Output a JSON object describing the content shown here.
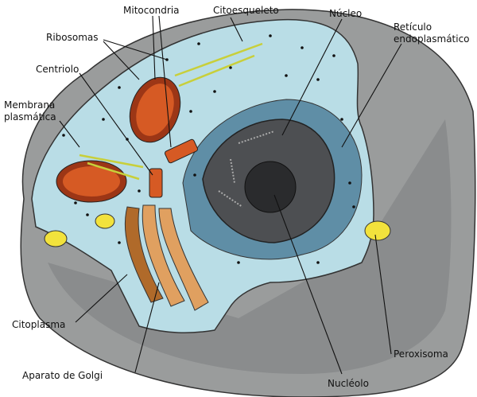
{
  "diagram": {
    "labels": {
      "mitochondria": "Mitocondria",
      "cytoskeleton": "Citoesqueleto",
      "nucleus": "Núcleo",
      "er_line1": "Retículo",
      "er_line2": "endoplasmático",
      "ribosomes": "Ribosomas",
      "centriole": "Centriolo",
      "membrane_line1": "Membrana",
      "membrane_line2": "plasmática",
      "cytoplasm": "Citoplasma",
      "golgi": "Aparato de Golgi",
      "nucleolus": "Nucléolo",
      "peroxisome": "Peroxisoma"
    },
    "colors": {
      "membrane": "#9a9c9c",
      "cytoplasm": "#b9dde6",
      "nucleus": "#4d4f52",
      "er": "#5f8ea6",
      "mitochondria": "#c0481c",
      "golgi": "#e0a060",
      "peroxisome": "#f2e23c"
    }
  }
}
